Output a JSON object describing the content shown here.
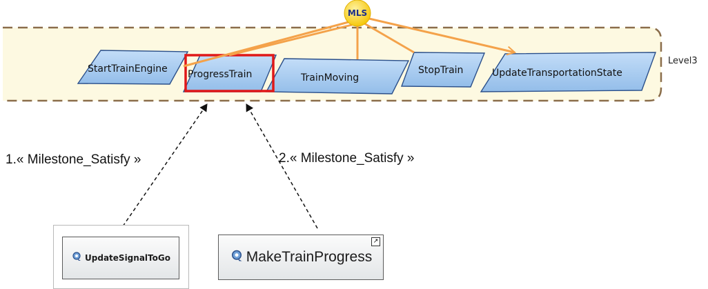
{
  "level": {
    "label": "Level3"
  },
  "mls": {
    "label": "MLS"
  },
  "tasks": [
    {
      "id": "start",
      "label": "StartTrainEngine"
    },
    {
      "id": "progress",
      "label": "ProgressTrain"
    },
    {
      "id": "moving",
      "label": "TrainMoving"
    },
    {
      "id": "stop",
      "label": "StopTrain"
    },
    {
      "id": "update",
      "label": "UpdateTransportationState"
    }
  ],
  "links": [
    {
      "label": "1.« Milestone_Satisfy »"
    },
    {
      "label": "2.« Milestone_Satisfy »"
    }
  ],
  "components": [
    {
      "label": "UpdateSignalToGo",
      "icon": "component-gear-icon"
    },
    {
      "label": "MakeTrainProgress",
      "icon": "component-gear-icon",
      "badge": "external-link-icon"
    }
  ],
  "colors": {
    "level_fill": "#fdf9e1",
    "level_border": "#8a6d4a",
    "task_fill": "#a9cdf3",
    "task_border": "#2a4f8a",
    "mls_fill": "#f7d21c",
    "arrow": "#f4a24a",
    "highlight": "#e01818"
  }
}
